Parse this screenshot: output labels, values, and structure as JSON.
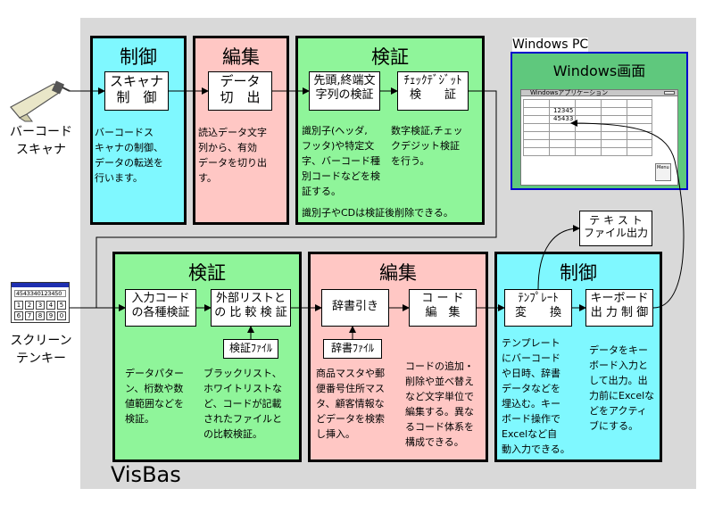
{
  "app_label": "VisBas",
  "scanner": {
    "label": "バーコード\nスキャナ"
  },
  "screen_keypad": {
    "label": "スクリーン\nテンキー",
    "display": "4543340123450",
    "keys": [
      "1",
      "2",
      "3",
      "4",
      "5",
      "6",
      "7",
      "8",
      "9",
      "0"
    ]
  },
  "top_row": {
    "control": {
      "title": "制御",
      "box": "スキャナ\n制　御",
      "desc": "バーコードス\nキャナの制御、\nデータの転送を\n行います。"
    },
    "edit": {
      "title": "編集",
      "box": "データ\n切　出",
      "desc": "読込データ文字\n列から、有効\nデータを切り出\nす。"
    },
    "verify": {
      "title": "検証",
      "box1": "先頭,終端文\n字列の検証",
      "box2": "ﾁｪｯｸﾃﾞｼﾞｯﾄ\n検　　証",
      "desc1": "識別子(ヘッダ,\nフッタ)や特定文\n字、バーコード種\n別コードなどを検\n証する。",
      "desc2": "数字検証,チェッ\nクデジット検証\nを行う。",
      "note": "識別子やCDは検証後削除できる。"
    }
  },
  "windows": {
    "outer_label": "Windows PC",
    "title": "Windows画面",
    "app_title": "Windowsアプリケーション",
    "cell_values": [
      "12345",
      "45433"
    ],
    "menu_label": "Menu"
  },
  "text_output": {
    "label": "テ キ ス ト\nファイル出力"
  },
  "bottom_row": {
    "verify": {
      "title": "検証",
      "box1": "入力コード\nの各種検証",
      "box2": "外部リストと\nの 比 較 検 証",
      "file": "検証ﾌｧｲﾙ",
      "desc1": "データパター\nン、桁数や数\n値範囲などを\n検証。",
      "desc2": "ブラックリスト、\nホワイトリストな\nど、コードが記載\nされたファイルと\nの比較検証。"
    },
    "edit": {
      "title": "編集",
      "box1": "辞書引き",
      "box2": "コ ー ド\n編　集",
      "file": "辞書ﾌｧｲﾙ",
      "desc1": "商品マスタや郵\n便番号住所マス\nタ、顧客情報な\nどデータを検索\nし挿入。",
      "desc2": "コードの追加・\n削除や並べ替え\nなど文字単位で\n編集する。異な\nるコード体系を\n構成できる。"
    },
    "control": {
      "title": "制御",
      "box1": "ﾃﾝﾌﾟﾚｰﾄ\n変　　換",
      "box2": "キーボード\n出 力 制 御",
      "desc1": "テンプレート\nにバーコード\nや日時、辞書\nデータなどを\n埋込む。キー\nボード操作で\nExcelなど自\n動入力できる。",
      "desc2": "データをキー\nボード入力と\nして出力。出\n力前にExcelな\nどをアクティ\nブにする。"
    }
  },
  "colors": {
    "cyan": "#7ff8ff",
    "pink": "#ffc7c4",
    "green": "#8ff59a",
    "gray_area": "#d9d9d9",
    "windows_border": "#0000cc",
    "windows_bg": "#5fc87d"
  }
}
